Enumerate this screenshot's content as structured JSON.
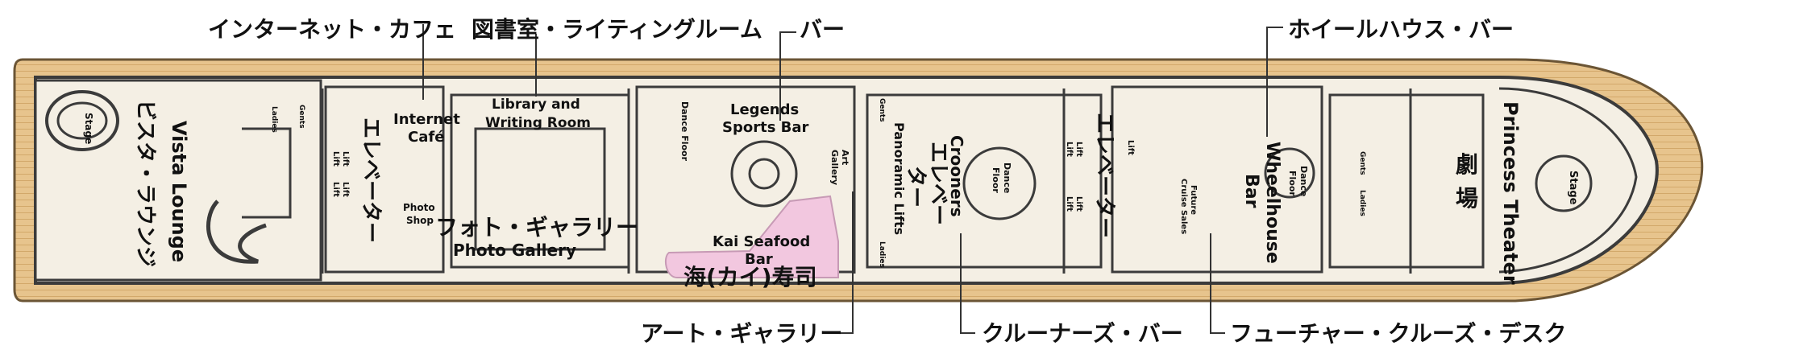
{
  "deck_plan": {
    "callouts": {
      "internet_cafe": "インターネット・カフェ",
      "library": "図書室・ライティングルーム",
      "bar": "バー",
      "wheelhouse_bar": "ホイールハウス・バー",
      "art_gallery": "アート・ギャラリー",
      "crooners_bar": "クルーナーズ・バー",
      "future_cruises_desk": "フューチャー・クルーズ・デスク"
    },
    "rooms": {
      "vista_lounge_en": "Vista Lounge",
      "vista_lounge_ja": "ビスタ・ラウンジ",
      "stage_fwd": "Stage",
      "ladies": "Ladies",
      "gents": "Gents",
      "lift": "Lift",
      "elevator_ja": "エレベーター",
      "internet_cafe_en_1": "Internet",
      "internet_cafe_en_2": "Café",
      "photo_shop_1": "Photo",
      "photo_shop_2": "Shop",
      "library_en_1": "Library and",
      "library_en_2": "Writing Room",
      "dance_floor": "Dance Floor",
      "dance": "Dance",
      "floor": "Floor",
      "legends_1": "Legends",
      "legends_2": "Sports Bar",
      "photo_gallery_ja": "フォト・ギャラリー",
      "photo_gallery_en": "Photo Gallery",
      "art_gallery_en_1": "Art",
      "art_gallery_en_2": "Gallery",
      "panoramic_lifts": "Panoramic Lifts",
      "kai_1": "Kai Seafood",
      "kai_2": "Bar",
      "kai_ja": "海(カイ)寿司",
      "crooners_en": "Crooners",
      "crooners_ja_1": "エレベー",
      "crooners_ja_2": "ター",
      "future_cruise_sales_1": "Future",
      "future_cruise_sales_2": "Cruise Sales",
      "wheelhouse_en_1": "Wheelhouse",
      "wheelhouse_en_2": "Bar",
      "princess_theater_en": "Princess Theater",
      "princess_theater_ja_1": "劇",
      "princess_theater_ja_2": "場",
      "stage_aft": "Stage"
    },
    "colors": {
      "deck_wood": "#e7c48d",
      "interior": "#f4efe4",
      "walls": "#3b3b3b",
      "highlight_pink": "#f2c7df"
    }
  }
}
